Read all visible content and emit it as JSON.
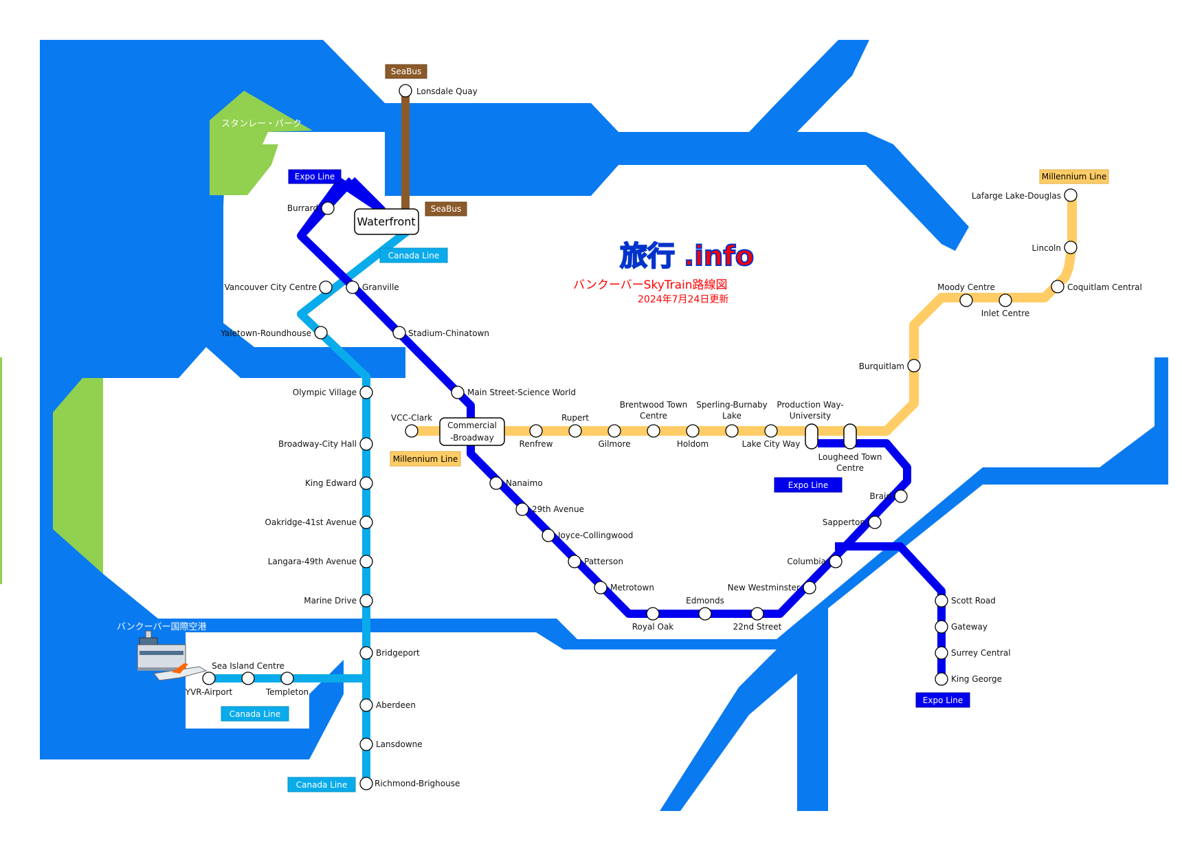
{
  "title": {
    "logo_kanji": "旅行",
    "logo_info": ".info",
    "subtitle": "バンクーバーSkyTrain路線図",
    "date": "2024年7月24日更新"
  },
  "colors": {
    "water": "#0a7af0",
    "park": "#92d050",
    "expo": "#0000ee",
    "canada": "#0aabea",
    "millennium": "#ffcc66",
    "seabus": "#8b5a2b",
    "logo_red": "#ff0000",
    "logo_blue": "#0033cc"
  },
  "parks": {
    "stanley": "スタンレー・パーク"
  },
  "airport": {
    "label": "バンクーバー国際空港",
    "icon": "airport-tower-plane-icon"
  },
  "line_tags": {
    "expo_top": "Expo Line",
    "expo_mid": "Expo Line",
    "expo_bottom": "Expo Line",
    "millennium_top": "Millennium Line",
    "millennium_mid": "Millennium Line",
    "canada_top": "Canada Line",
    "canada_airport": "Canada Line",
    "canada_bottom": "Canada Line",
    "seabus_top": "SeaBus",
    "seabus_mid": "SeaBus"
  },
  "stations": {
    "lonsdale_quay": "Lonsdale Quay",
    "waterfront": "Waterfront",
    "burrard": "Burrard",
    "granville": "Granville",
    "vancouver_city_centre": "Vancouver City Centre",
    "yaletown": "Yaletown-Roundhouse",
    "stadium": "Stadium-Chinatown",
    "main_street": "Main Street-Science World",
    "olympic_village": "Olympic Village",
    "broadway_city_hall": "Broadway-City Hall",
    "king_edward": "King Edward",
    "oakridge": "Oakridge-41st Avenue",
    "langara": "Langara-49th Avenue",
    "marine_drive": "Marine Drive",
    "bridgeport": "Bridgeport",
    "aberdeen": "Aberdeen",
    "lansdowne": "Lansdowne",
    "richmond": "Richmond-Brighouse",
    "yvr": "YVR-Airport",
    "sea_island": "Sea Island Centre",
    "templeton": "Templeton",
    "vcc_clark": "VCC-Clark",
    "commercial_1": "Commercial",
    "commercial_2": "-Broadway",
    "renfrew": "Renfrew",
    "rupert": "Rupert",
    "gilmore": "Gilmore",
    "brentwood_1": "Brentwood Town",
    "brentwood_2": "Centre",
    "holdom": "Holdom",
    "sperling_1": "Sperling-Burnaby",
    "sperling_2": "Lake",
    "lake_city": "Lake City Way",
    "production_1": "Production Way-",
    "production_2": "University",
    "lougheed_1": "Lougheed Town",
    "lougheed_2": "Centre",
    "burquitlam": "Burquitlam",
    "moody": "Moody Centre",
    "inlet": "Inlet Centre",
    "coquitlam": "Coquitlam Central",
    "lincoln": "Lincoln",
    "lafarge": "Lafarge Lake-Douglas",
    "nanaimo": "Nanaimo",
    "29th": "29th Avenue",
    "joyce": "Joyce-Collingwood",
    "patterson": "Patterson",
    "metrotown": "Metrotown",
    "royal_oak": "Royal Oak",
    "edmonds": "Edmonds",
    "22nd": "22nd Street",
    "new_west": "New Westminster",
    "columbia": "Columbia",
    "sapperton": "Sapperton",
    "braid": "Braid",
    "scott_road": "Scott Road",
    "gateway": "Gateway",
    "surrey_central": "Surrey Central",
    "king_george": "King George"
  }
}
